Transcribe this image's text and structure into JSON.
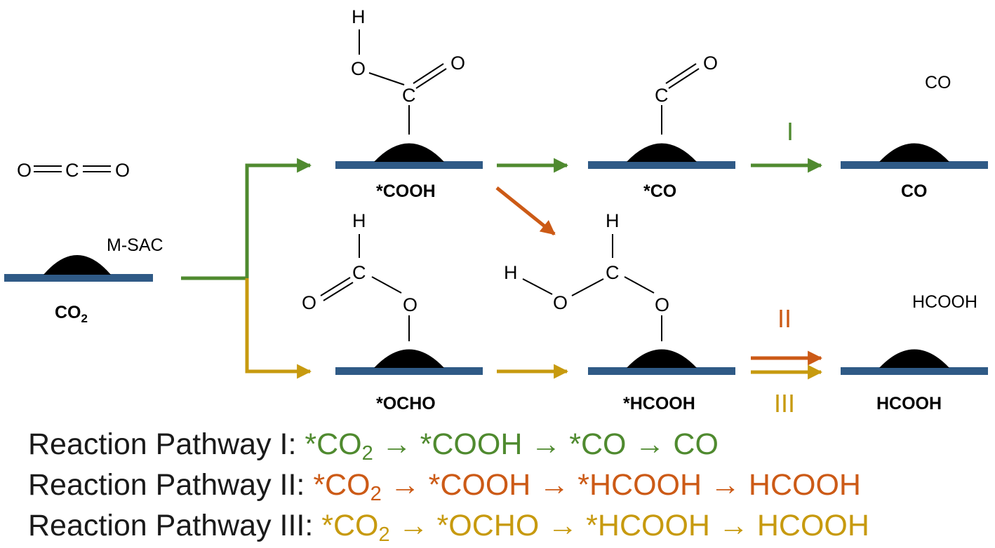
{
  "colors": {
    "pathway_I": "#4f8a2f",
    "pathway_II": "#cc5a16",
    "pathway_III": "#c79a0f",
    "surface": "#2f5a86",
    "text": "#1a1a1a"
  },
  "catalyst_label": "M-SAC",
  "free_molecule": {
    "atoms": [
      "O",
      "C",
      "O"
    ]
  },
  "species": {
    "co2": {
      "main": "CO",
      "sub": "2"
    },
    "cooh": "*COOH",
    "co_ads": "*CO",
    "co_prod": "CO",
    "ocho": "*OCHO",
    "hcooh_ads": "*HCOOH",
    "hcooh_prod": "HCOOH"
  },
  "desorbed": {
    "co": "CO",
    "hcooh": "HCOOH"
  },
  "atoms": {
    "cooh": {
      "h": "H",
      "o_h": "O",
      "c": "C",
      "o": "O"
    },
    "co": {
      "c": "C",
      "o": "O"
    },
    "ocho": {
      "h": "H",
      "c": "C",
      "o_dbl": "O",
      "o_bond": "O"
    },
    "hcooh": {
      "h_o": "H",
      "o_h": "O",
      "h_c": "H",
      "c": "C",
      "o_bond": "O"
    }
  },
  "pathway_labels": {
    "I": "I",
    "II": "II",
    "III": "III"
  },
  "legend": [
    {
      "prefix": "Reaction Pathway I: ",
      "steps_a": "*CO",
      "sub": "2",
      "steps_b": " → *COOH → *CO → CO",
      "color_key": "pathway_I"
    },
    {
      "prefix": "Reaction Pathway II: ",
      "steps_a": "*CO",
      "sub": "2",
      "steps_b": " → *COOH → *HCOOH → HCOOH",
      "color_key": "pathway_II"
    },
    {
      "prefix": "Reaction Pathway III: ",
      "steps_a": "*CO",
      "sub": "2",
      "steps_b": " → *OCHO → *HCOOH → HCOOH",
      "color_key": "pathway_III"
    }
  ]
}
